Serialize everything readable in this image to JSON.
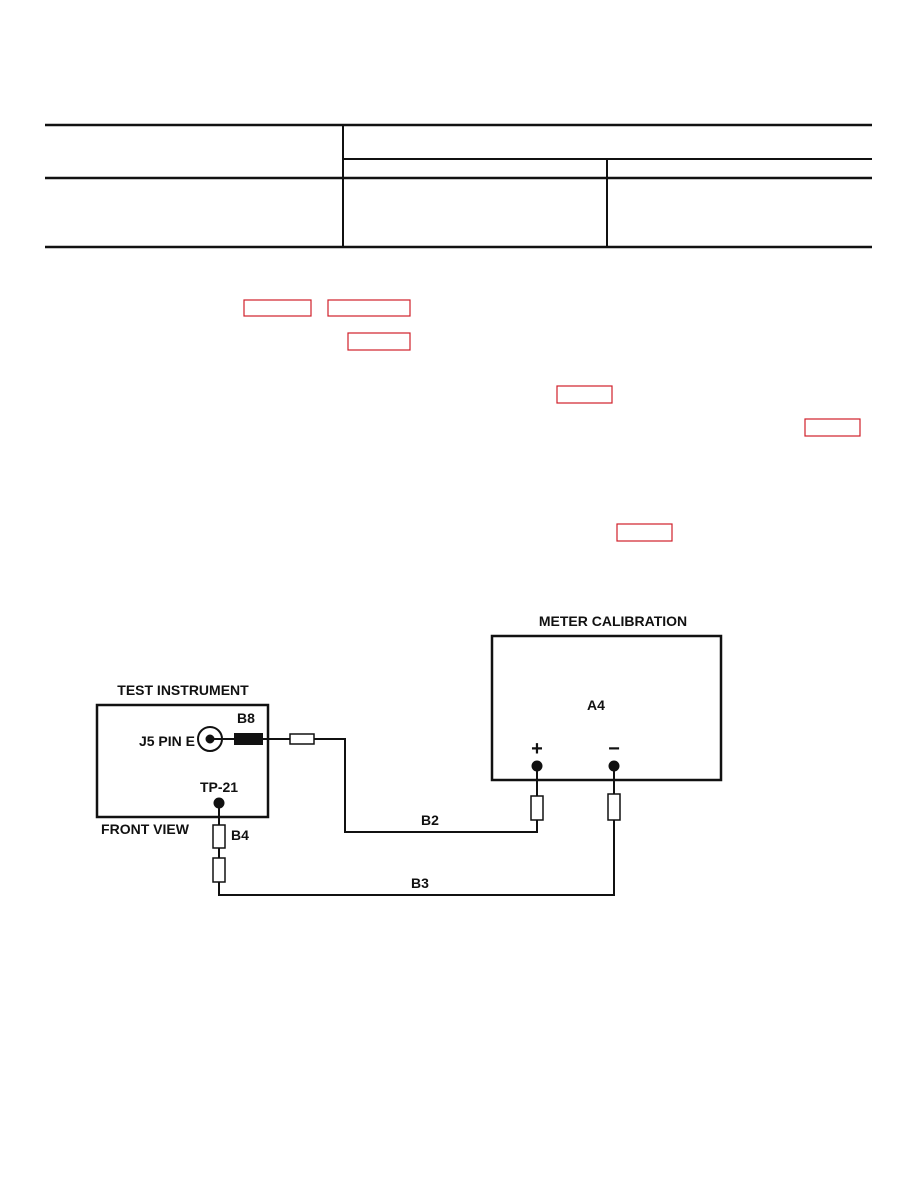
{
  "colors": {
    "ink": "#111111",
    "ref_box": "#d0202a"
  },
  "diagram": {
    "meter_title": "METER CALIBRATION",
    "meter_id": "A4",
    "plus_label": "+",
    "minus_label": "−",
    "instrument_title": "TEST INSTRUMENT",
    "connector_label": "J5 PIN E",
    "adapter_label": "B8",
    "testpoint_label": "TP-21",
    "view_label": "FRONT VIEW",
    "lead_b4": "B4",
    "lead_b2": "B2",
    "lead_b3": "B3"
  }
}
